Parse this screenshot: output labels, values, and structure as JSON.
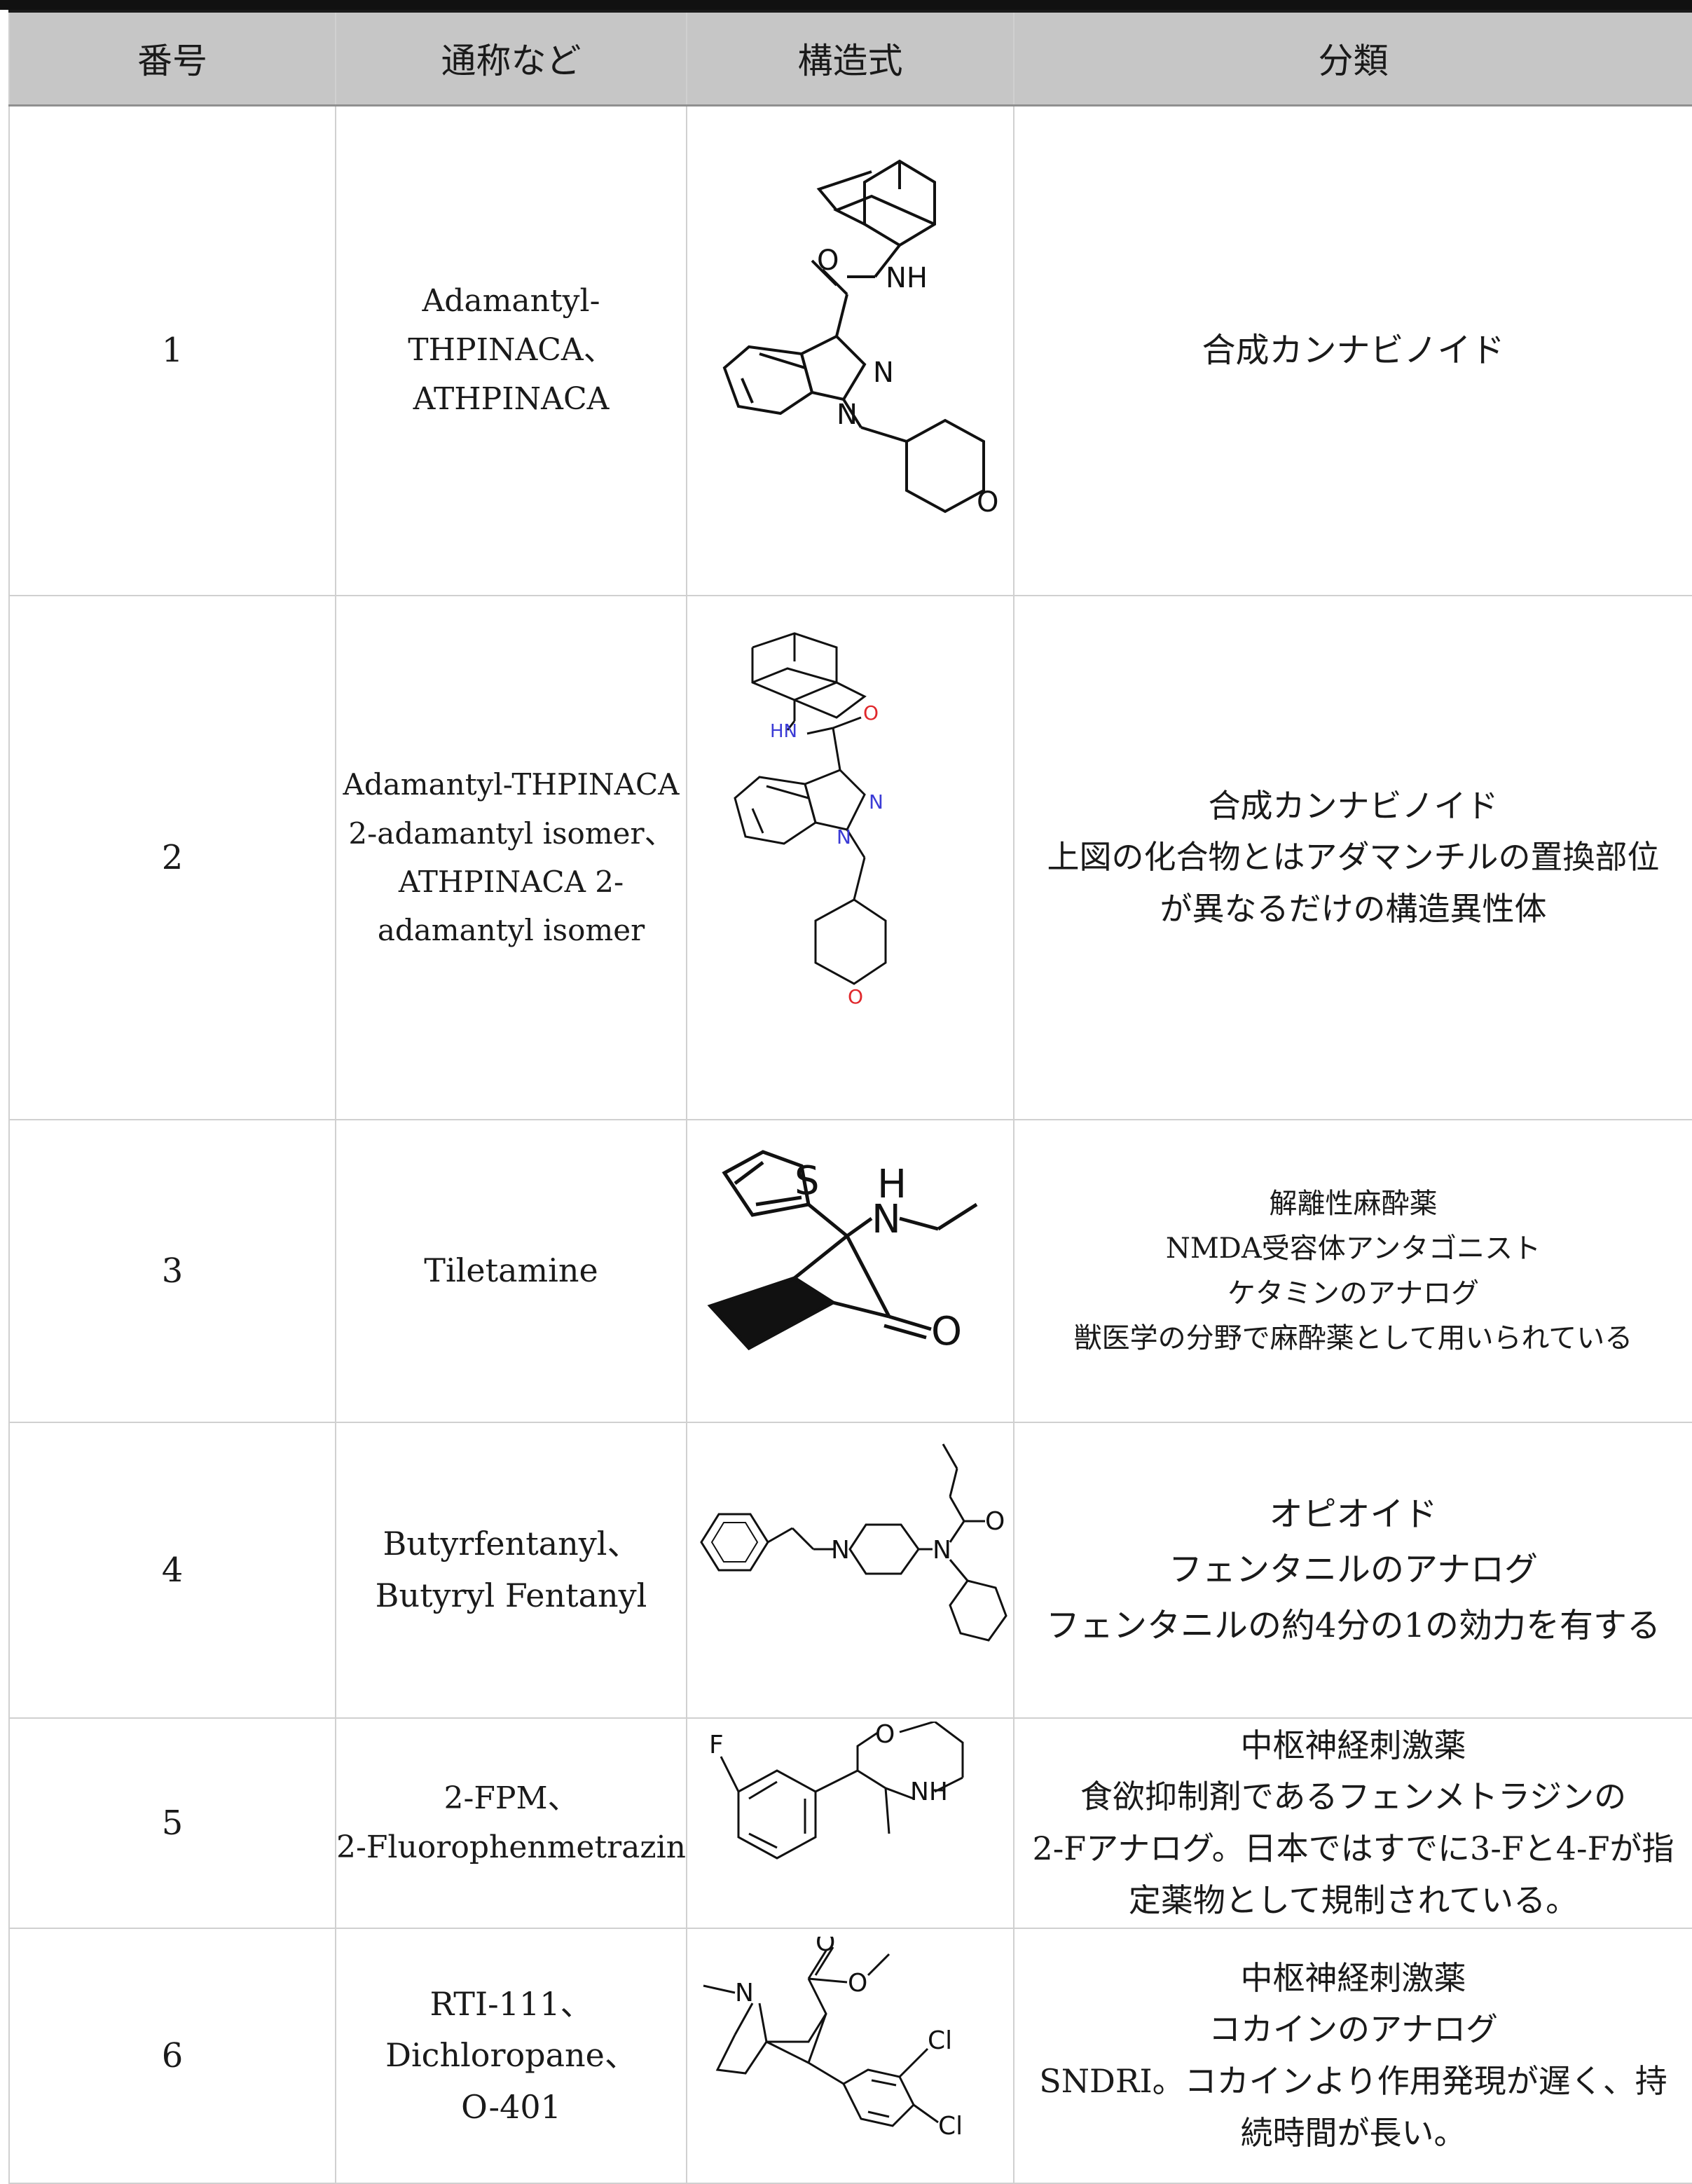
{
  "header": {
    "col_number": "番号",
    "col_name": "通称など",
    "col_structure": "構造式",
    "col_class": "分類"
  },
  "rows": [
    {
      "number": "1",
      "name_lines": [
        "Adamantyl-",
        "THPINACA、",
        "ATHPINACA"
      ],
      "class_lines": [
        "合成カンナビノイド"
      ],
      "atoms": {
        "o1": "O",
        "nh": "NH",
        "n1": "N",
        "n2": "N",
        "o2": "O"
      }
    },
    {
      "number": "2",
      "name_lines": [
        "Adamantyl-THPINACA",
        "2-adamantyl isomer、",
        "ATHPINACA 2-",
        "adamantyl isomer"
      ],
      "class_lines": [
        "合成カンナビノイド",
        "上図の化合物とはアダマンチルの置換部位",
        "が異なるだけの構造異性体"
      ],
      "atoms": {
        "hn": "HN",
        "o1": "O",
        "n1": "N",
        "n2": "N",
        "o2": "O"
      }
    },
    {
      "number": "3",
      "name_lines": [
        "Tiletamine"
      ],
      "class_lines": [
        "解離性麻酔薬",
        "NMDA受容体アンタゴニスト",
        "ケタミンのアナログ",
        "獣医学の分野で麻酔薬として用いられている"
      ],
      "atoms": {
        "s": "S",
        "h": "H",
        "n": "N",
        "o": "O"
      }
    },
    {
      "number": "4",
      "name_lines": [
        "Butyrfentanyl、",
        "Butyryl Fentanyl"
      ],
      "class_lines": [
        "オピオイド",
        "フェンタニルのアナログ",
        "フェンタニルの約4分の1の効力を有する"
      ],
      "atoms": {
        "n1": "N",
        "n2": "N",
        "o": "O"
      }
    },
    {
      "number": "5",
      "name_lines": [
        "2-FPM、",
        "2-Fluorophenmetrazine"
      ],
      "class_lines": [
        "中枢神経刺激薬",
        "食欲抑制剤であるフェンメトラジンの",
        "2-Fアナログ。日本ではすでに3-Fと4-Fが指",
        "定薬物として規制されている。"
      ],
      "atoms": {
        "f": "F",
        "o": "O",
        "nh": "NH"
      }
    },
    {
      "number": "6",
      "name_lines": [
        "RTI-111、",
        "Dichloropane、",
        "O-401"
      ],
      "class_lines": [
        "中枢神経刺激薬",
        "コカインのアナログ",
        "SNDRI。コカインより作用発現が遅く、持",
        "続時間が長い。"
      ],
      "atoms": {
        "n": "N",
        "o1": "O",
        "o2": "O",
        "cl1": "Cl",
        "cl2": "Cl"
      }
    }
  ],
  "colors": {
    "header_bg": "#c6c6c6",
    "grid": "#d0d0d0",
    "n_blue": "#3b3bd6",
    "o_red": "#e0282c"
  }
}
